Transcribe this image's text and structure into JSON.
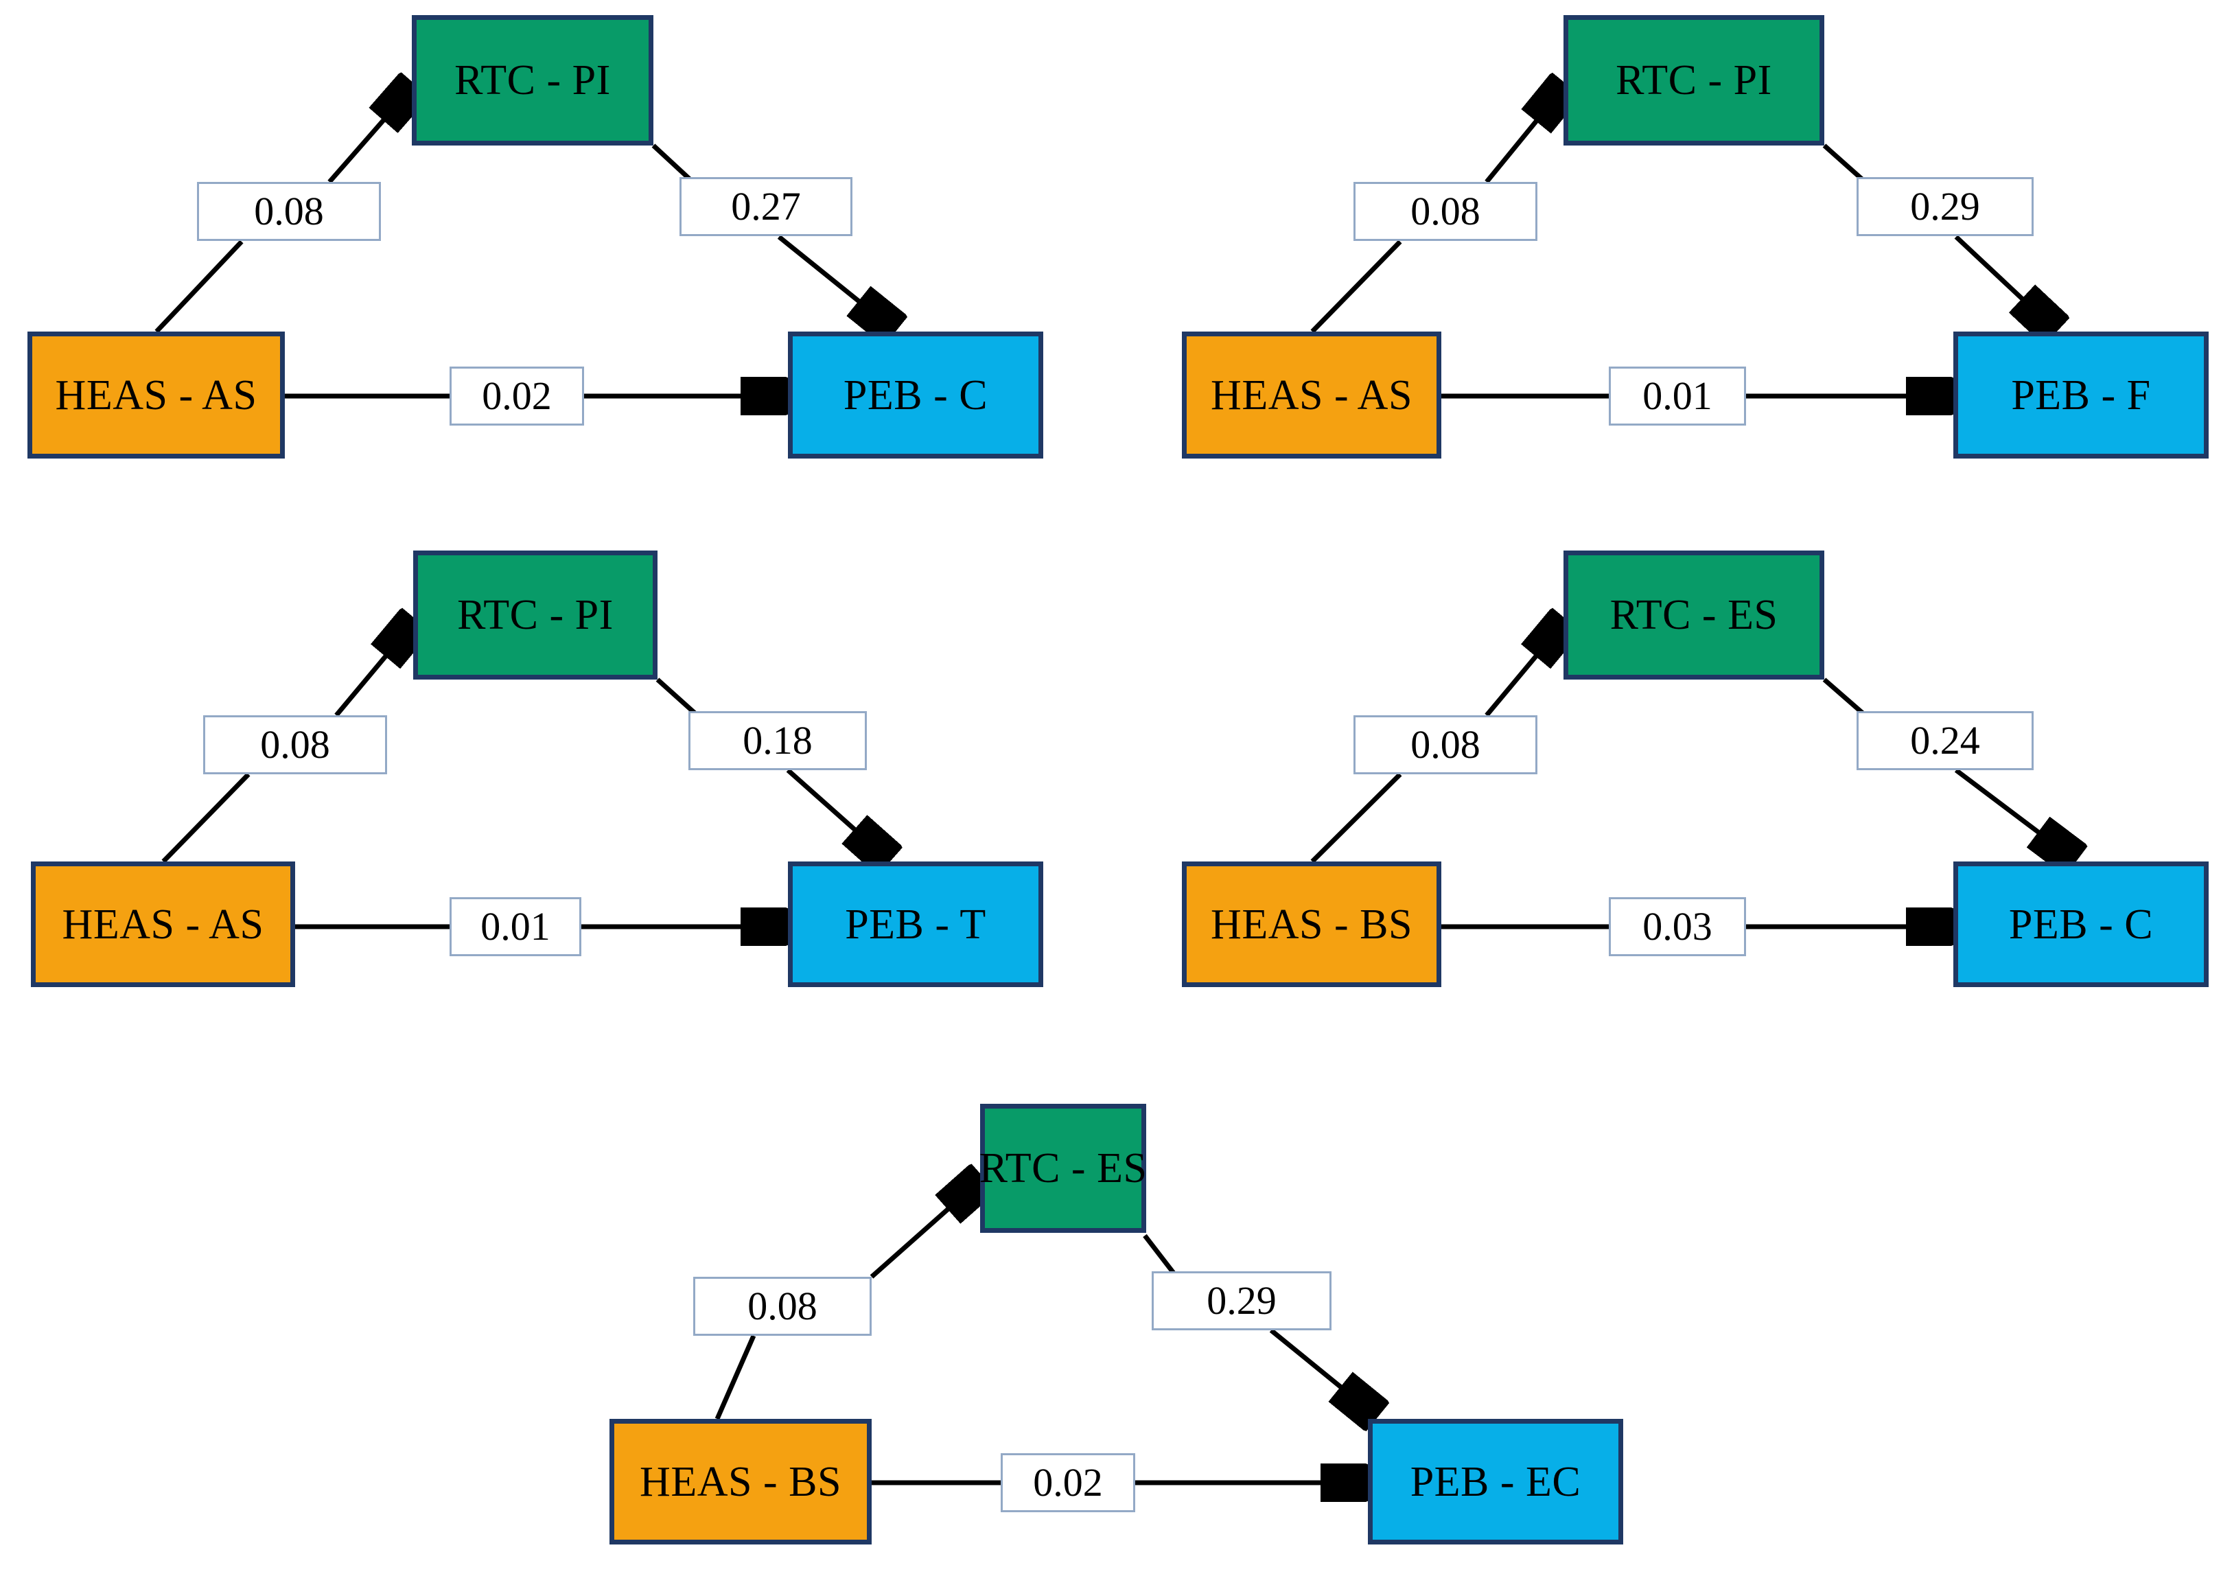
{
  "figure": {
    "type": "mediation-path-diagram-grid",
    "panel_count": 5,
    "colors": {
      "predictor_fill": "#F5A111",
      "mediator_fill": "#089B68",
      "outcome_fill": "#07AFE8",
      "node_border": "#1F3864",
      "label_border": "#93A9C6",
      "label_fill": "#FFFFFF",
      "edge": "#000000",
      "background": "#FFFFFF"
    }
  },
  "panels": [
    {
      "id": "panel-1",
      "predictor": "HEAS - AS",
      "mediator": "RTC - PI",
      "outcome": "PEB - C",
      "a_path": "0.08",
      "b_path": "0.27",
      "c_path": "0.02"
    },
    {
      "id": "panel-2",
      "predictor": "HEAS - AS",
      "mediator": "RTC - PI",
      "outcome": "PEB - F",
      "a_path": "0.08",
      "b_path": "0.29",
      "c_path": "0.01"
    },
    {
      "id": "panel-3",
      "predictor": "HEAS - AS",
      "mediator": "RTC - PI",
      "outcome": "PEB - T",
      "a_path": "0.08",
      "b_path": "0.18",
      "c_path": "0.01"
    },
    {
      "id": "panel-4",
      "predictor": "HEAS - BS",
      "mediator": "RTC - ES",
      "outcome": "PEB - C",
      "a_path": "0.08",
      "b_path": "0.24",
      "c_path": "0.03"
    },
    {
      "id": "panel-5",
      "predictor": "HEAS - BS",
      "mediator": "RTC - ES",
      "outcome": "PEB - EC",
      "a_path": "0.08",
      "b_path": "0.29",
      "c_path": "0.02"
    }
  ],
  "chart_data": {
    "type": "diagram",
    "title": "",
    "diagram_kind": "simple mediation models",
    "legend": [],
    "models": [
      {
        "model": 1,
        "independent_variable": "HEAS - AS",
        "mediator": "RTC - PI",
        "dependent_variable": "PEB - C",
        "path_a_iv_to_mediator": 0.08,
        "path_b_mediator_to_dv": 0.27,
        "path_c_direct_iv_to_dv": 0.02
      },
      {
        "model": 2,
        "independent_variable": "HEAS - AS",
        "mediator": "RTC - PI",
        "dependent_variable": "PEB - F",
        "path_a_iv_to_mediator": 0.08,
        "path_b_mediator_to_dv": 0.29,
        "path_c_direct_iv_to_dv": 0.01
      },
      {
        "model": 3,
        "independent_variable": "HEAS - AS",
        "mediator": "RTC - PI",
        "dependent_variable": "PEB - T",
        "path_a_iv_to_mediator": 0.08,
        "path_b_mediator_to_dv": 0.18,
        "path_c_direct_iv_to_dv": 0.01
      },
      {
        "model": 4,
        "independent_variable": "HEAS - BS",
        "mediator": "RTC - ES",
        "dependent_variable": "PEB - C",
        "path_a_iv_to_mediator": 0.08,
        "path_b_mediator_to_dv": 0.24,
        "path_c_direct_iv_to_dv": 0.03
      },
      {
        "model": 5,
        "independent_variable": "HEAS - BS",
        "mediator": "RTC - ES",
        "dependent_variable": "PEB - EC",
        "path_a_iv_to_mediator": 0.08,
        "path_b_mediator_to_dv": 0.29,
        "path_c_direct_iv_to_dv": 0.02
      }
    ]
  }
}
